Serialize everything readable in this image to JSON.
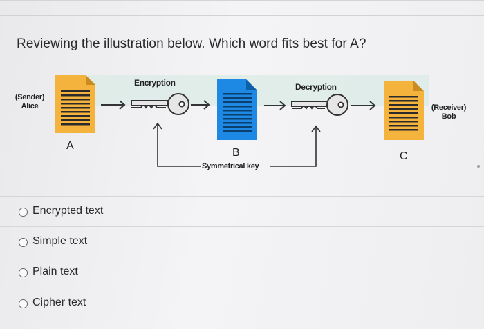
{
  "question": "Reviewing the illustration below. Which word fits best for A?",
  "diagram": {
    "sender": "(Sender)\nAlice",
    "receiver": "(Receiver)\nBob",
    "encryption": "Encryption",
    "decryption": "Decryption",
    "labels": {
      "a": "A",
      "b": "B",
      "c": "C"
    },
    "key_label": "Symmetrical key",
    "colors": {
      "document_yellow": "#F3B33D",
      "document_blue": "#1E88E5",
      "band": "#ddebe7"
    }
  },
  "options": [
    {
      "label": "Encrypted text"
    },
    {
      "label": "Simple text"
    },
    {
      "label": "Plain text"
    },
    {
      "label": "Cipher text"
    }
  ]
}
